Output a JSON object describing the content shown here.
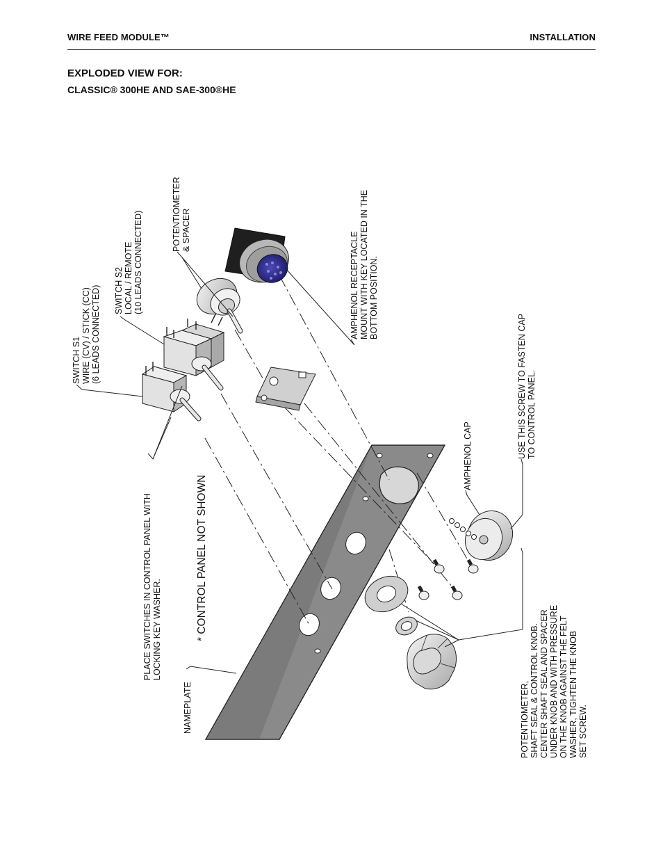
{
  "header": {
    "left": "WIRE FEED MODULE™",
    "right": "INSTALLATION"
  },
  "title": {
    "line1": "EXPLODED VIEW FOR:",
    "line2": "CLASSIC® 300HE  AND  SAE-300®HE"
  },
  "labels": {
    "switch_s1": [
      "SWITCH S1",
      "WIRE (CV) / STICK (CC)",
      "(6 LEADS CONNECTED)"
    ],
    "switch_s2": [
      "SWITCH S2",
      "LOCAL / REMOTE",
      "(10 LEADS CONNECTED)"
    ],
    "potentiometer": [
      "POTENTIOMETER",
      "& SPACER"
    ],
    "amphenol_receptacle": [
      "AMPHENOL RECEPTACLE",
      "MOUNT WITH KEY LOCATED IN THE",
      "BOTTOM POSITION."
    ],
    "fasten_screw": [
      "USE THIS SCREW TO FASTEN CAP",
      "TO CONTROL PANEL."
    ],
    "amphenol_cap": [
      "AMPHENOL CAP"
    ],
    "place_switches": [
      "PLACE SWITCHES IN CONTROL PANEL WITH",
      "LOCKING KEY WASHER."
    ],
    "control_panel_not_shown": "* CONTROL PANEL NOT SHOWN",
    "nameplate": "NAMEPLATE",
    "knob_instructions": [
      "POTENTIOMETER,",
      "SHAFT SEAL  & CONTROL KNOB.",
      "CENTER SHAFT SEAL AND SPACER",
      "UNDER KNOB AND WITH PRESSURE",
      "ON THE KNOB AGAINST THE FELT",
      "WASHER, TIGHTEN THE KNOB",
      "SET SCREW."
    ]
  },
  "colors": {
    "panel": "#8a8a8a",
    "part_gray": "#d4d4d4",
    "connector_blue": "#2e2d8a",
    "dark": "#1a1a1a"
  }
}
